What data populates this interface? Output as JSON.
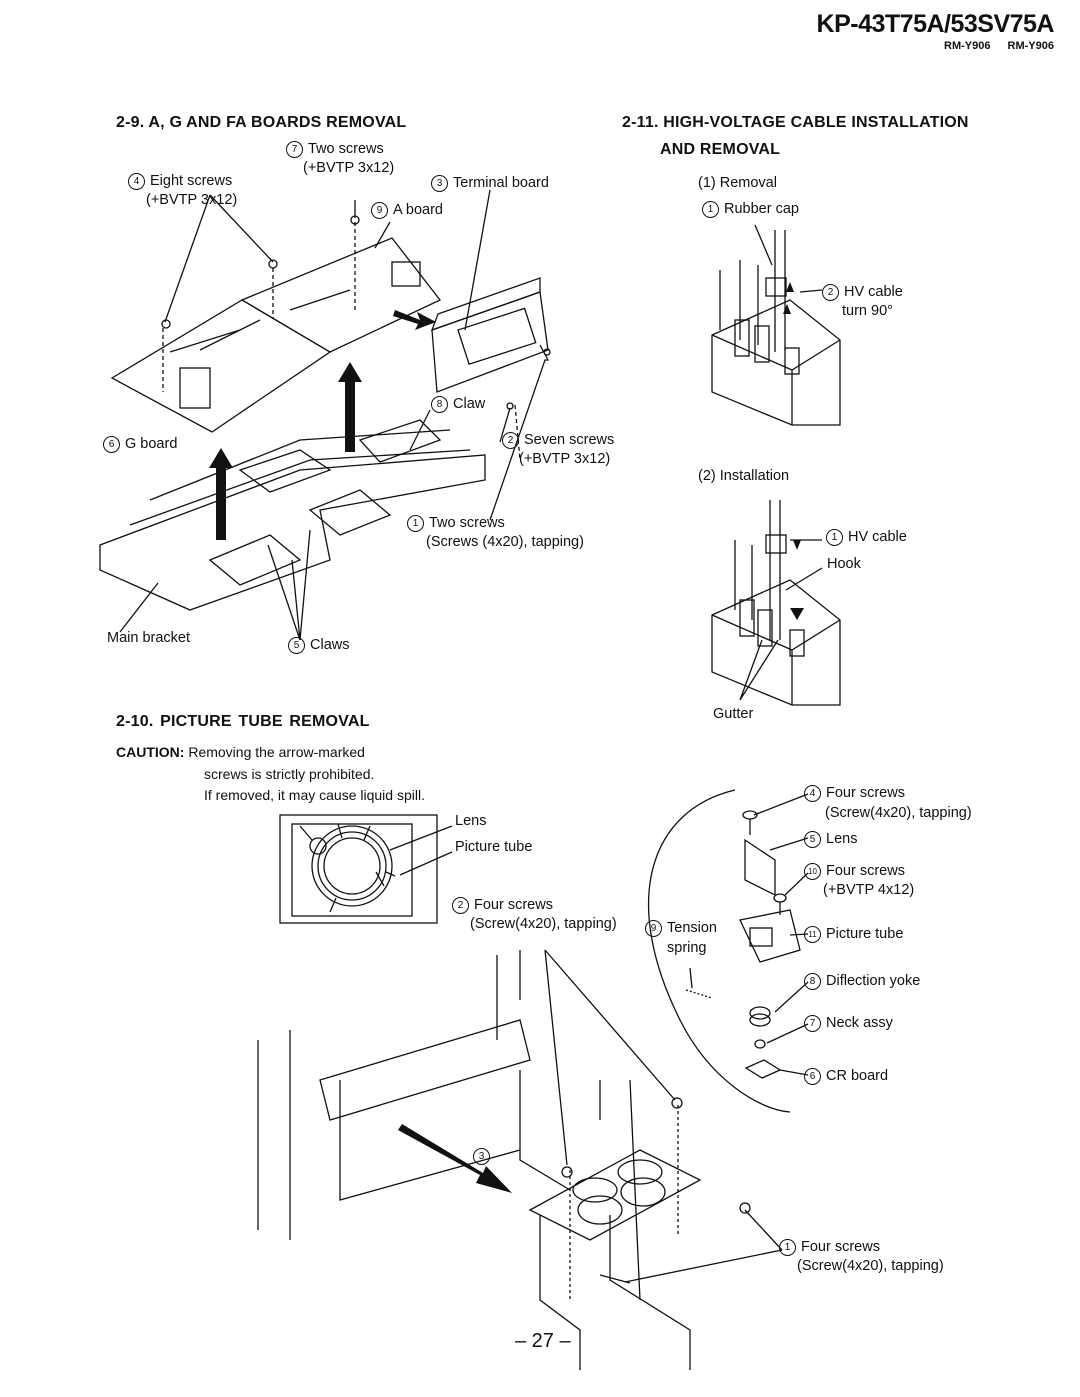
{
  "header": {
    "model": "KP-43T75A/53SV75A",
    "rm1": "RM-Y906",
    "rm2": "RM-Y906"
  },
  "s29": {
    "title": "2-9.  A, G AND FA BOARDS REMOVAL",
    "two_screws_top": "Two screws",
    "two_screws_top_spec": "(+BVTP 3x12)",
    "eight_screws": "Eight screws",
    "eight_screws_spec": "(+BVTP 3x12)",
    "terminal_board": "Terminal board",
    "a_board": "A board",
    "claw": "Claw",
    "g_board": "G board",
    "seven_screws": "Seven screws",
    "seven_screws_spec": "(+BVTP 3x12)",
    "two_screws": "Two screws",
    "two_screws_spec": "(Screws (4x20), tapping)",
    "main_bracket": "Main bracket",
    "claws": "Claws"
  },
  "s211": {
    "title1": "2-11.  HIGH-VOLTAGE CABLE INSTALLATION",
    "title2": "AND REMOVAL",
    "removal": "(1) Removal",
    "rubber_cap": "Rubber cap",
    "hv_cable_turn": "HV cable",
    "turn": "turn 90°",
    "installation": "(2) Installation",
    "hv_cable": "HV cable",
    "hook": "Hook",
    "gutter": "Gutter"
  },
  "s210": {
    "title": "2-10.    PICTURE TUBE REMOVAL",
    "caution_label": "CAUTION:",
    "caution1": "Removing the arrow-marked",
    "caution2": "screws is strictly prohibited.",
    "caution3": "If removed, it may cause liquid spill.",
    "lens": "Lens",
    "picture_tube": "Picture tube",
    "four_screws": "Four screws",
    "four_screws_spec": "(Screw(4x20), tapping)",
    "tension": "Tension",
    "spring": "spring",
    "r4": "Four screws",
    "r4_spec": "(Screw(4x20), tapping)",
    "r5": "Lens",
    "r10": "Four screws",
    "r10_spec": "(+BVTP 4x12)",
    "r11": "Picture tube",
    "r8": "Diflection yoke",
    "r7": "Neck assy",
    "r6": "CR board",
    "b1": "Four screws",
    "b1_spec": "(Screw(4x20), tapping)"
  },
  "page_number": "– 27 –"
}
